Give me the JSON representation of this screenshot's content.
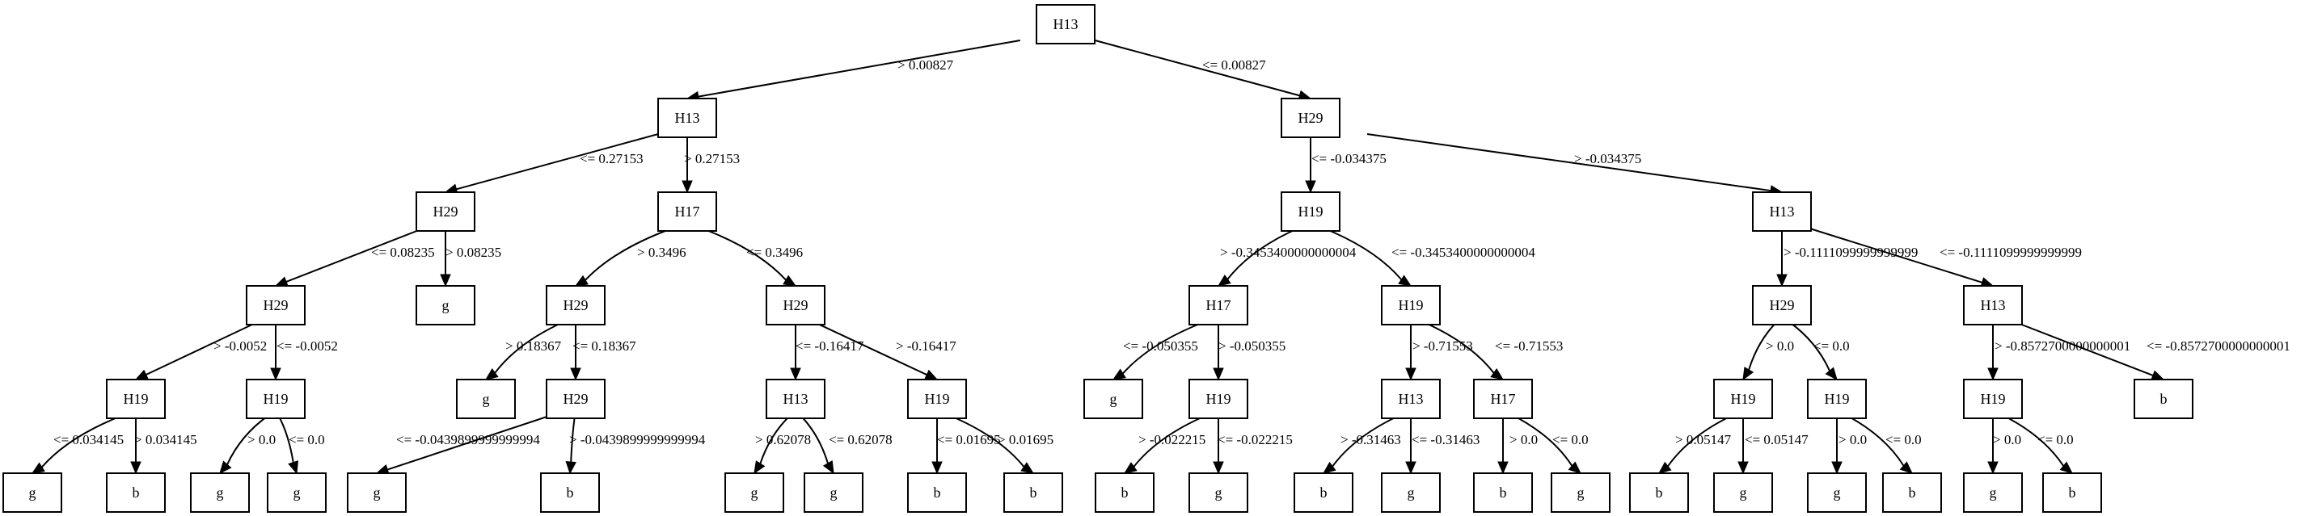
{
  "nodes": [
    {
      "id": "n0",
      "label": "H13"
    },
    {
      "id": "n1",
      "label": "H13"
    },
    {
      "id": "n2",
      "label": "H29"
    },
    {
      "id": "n3",
      "label": "H29"
    },
    {
      "id": "n4",
      "label": "g"
    },
    {
      "id": "n5",
      "label": "H17"
    },
    {
      "id": "n6",
      "label": "H29"
    },
    {
      "id": "n7",
      "label": "H29"
    },
    {
      "id": "n8",
      "label": "H29"
    },
    {
      "id": "n9",
      "label": "H19"
    },
    {
      "id": "n10",
      "label": "H13"
    },
    {
      "id": "n11",
      "label": "H17"
    },
    {
      "id": "n12",
      "label": "H19"
    },
    {
      "id": "n13",
      "label": "H29"
    },
    {
      "id": "n14",
      "label": "H13"
    },
    {
      "id": "n15",
      "label": "H19"
    },
    {
      "id": "n16",
      "label": "H19"
    },
    {
      "id": "n17",
      "label": "g"
    },
    {
      "id": "n18",
      "label": "H29"
    },
    {
      "id": "n19",
      "label": "H13"
    },
    {
      "id": "n20",
      "label": "H19"
    },
    {
      "id": "n21",
      "label": "g"
    },
    {
      "id": "n22",
      "label": "H19"
    },
    {
      "id": "n23",
      "label": "H13"
    },
    {
      "id": "n24",
      "label": "H17"
    },
    {
      "id": "n25",
      "label": "H19"
    },
    {
      "id": "n26",
      "label": "H19"
    },
    {
      "id": "n27",
      "label": "H19"
    },
    {
      "id": "n28",
      "label": "b"
    },
    {
      "id": "n29",
      "label": "g"
    },
    {
      "id": "n30",
      "label": "b"
    },
    {
      "id": "n31",
      "label": "g"
    },
    {
      "id": "n32",
      "label": "g"
    },
    {
      "id": "n33",
      "label": "g"
    },
    {
      "id": "n34",
      "label": "b"
    },
    {
      "id": "n35",
      "label": "g"
    },
    {
      "id": "n36",
      "label": "g"
    },
    {
      "id": "n37",
      "label": "b"
    },
    {
      "id": "n38",
      "label": "b"
    },
    {
      "id": "n39",
      "label": "b"
    },
    {
      "id": "n40",
      "label": "g"
    },
    {
      "id": "n41",
      "label": "b"
    },
    {
      "id": "n42",
      "label": "g"
    },
    {
      "id": "n43",
      "label": "b"
    },
    {
      "id": "n44",
      "label": "g"
    },
    {
      "id": "n45",
      "label": "b"
    },
    {
      "id": "n46",
      "label": "g"
    },
    {
      "id": "n47",
      "label": "g"
    },
    {
      "id": "n48",
      "label": "b"
    },
    {
      "id": "n49",
      "label": "g"
    },
    {
      "id": "n50",
      "label": "b"
    }
  ],
  "edges": [
    {
      "from": "n0",
      "to": "n1",
      "label": "> 0.00827"
    },
    {
      "from": "n0",
      "to": "n7",
      "label": "<= 0.00827"
    },
    {
      "from": "n1",
      "to": "n2",
      "label": "<= 0.27153"
    },
    {
      "from": "n1",
      "to": "n5",
      "label": "> 0.27153"
    },
    {
      "from": "n2",
      "to": "n3",
      "label": "<= 0.08235"
    },
    {
      "from": "n2",
      "to": "n4",
      "label": "> 0.08235"
    },
    {
      "from": "n3",
      "to": "n15",
      "label": "> -0.0052"
    },
    {
      "from": "n3",
      "to": "n16",
      "label": "<= -0.0052"
    },
    {
      "from": "n5",
      "to": "n6",
      "label": "> 0.3496"
    },
    {
      "from": "n5",
      "to": "n8",
      "label": "<= 0.3496"
    },
    {
      "from": "n6",
      "to": "n17",
      "label": "> 0.18367"
    },
    {
      "from": "n6",
      "to": "n18",
      "label": "<= 0.18367"
    },
    {
      "from": "n7",
      "to": "n9",
      "label": "<= -0.034375"
    },
    {
      "from": "n7",
      "to": "n10",
      "label": "> -0.034375"
    },
    {
      "from": "n8",
      "to": "n19",
      "label": "<= -0.16417"
    },
    {
      "from": "n8",
      "to": "n20",
      "label": "> -0.16417"
    },
    {
      "from": "n9",
      "to": "n11",
      "label": "> -0.3453400000000004"
    },
    {
      "from": "n9",
      "to": "n12",
      "label": "<= -0.3453400000000004"
    },
    {
      "from": "n10",
      "to": "n13",
      "label": "> -0.1111099999999999"
    },
    {
      "from": "n10",
      "to": "n14",
      "label": "<= -0.1111099999999999"
    },
    {
      "from": "n11",
      "to": "n21",
      "label": "<= -0.050355"
    },
    {
      "from": "n11",
      "to": "n22",
      "label": "> -0.050355"
    },
    {
      "from": "n12",
      "to": "n23",
      "label": "> -0.71553"
    },
    {
      "from": "n12",
      "to": "n24",
      "label": "<= -0.71553"
    },
    {
      "from": "n13",
      "to": "n25",
      "label": "> 0.0"
    },
    {
      "from": "n13",
      "to": "n26",
      "label": "<= 0.0"
    },
    {
      "from": "n14",
      "to": "n27",
      "label": "> -0.8572700000000001"
    },
    {
      "from": "n14",
      "to": "n28",
      "label": "<= -0.8572700000000001"
    },
    {
      "from": "n15",
      "to": "n29",
      "label": "<= 0.034145"
    },
    {
      "from": "n15",
      "to": "n30",
      "label": "> 0.034145"
    },
    {
      "from": "n16",
      "to": "n31",
      "label": "> 0.0"
    },
    {
      "from": "n16",
      "to": "n32",
      "label": "<= 0.0"
    },
    {
      "from": "n18",
      "to": "n33",
      "label": "<= -0.0439899999999994"
    },
    {
      "from": "n18",
      "to": "n34",
      "label": "> -0.0439899999999994"
    },
    {
      "from": "n19",
      "to": "n35",
      "label": "> 0.62078"
    },
    {
      "from": "n19",
      "to": "n36",
      "label": "<= 0.62078"
    },
    {
      "from": "n20",
      "to": "n37",
      "label": "<= 0.01695"
    },
    {
      "from": "n20",
      "to": "n38",
      "label": "> 0.01695"
    },
    {
      "from": "n22",
      "to": "n39",
      "label": "> -0.022215"
    },
    {
      "from": "n22",
      "to": "n40",
      "label": "<= -0.022215"
    },
    {
      "from": "n23",
      "to": "n41",
      "label": "> -0.31463"
    },
    {
      "from": "n23",
      "to": "n42",
      "label": "<= -0.31463"
    },
    {
      "from": "n24",
      "to": "n43",
      "label": "> 0.0"
    },
    {
      "from": "n24",
      "to": "n44",
      "label": "<= 0.0"
    },
    {
      "from": "n25",
      "to": "n45",
      "label": "> 0.05147"
    },
    {
      "from": "n25",
      "to": "n46",
      "label": "<= 0.05147"
    },
    {
      "from": "n26",
      "to": "n47",
      "label": "> 0.0"
    },
    {
      "from": "n26",
      "to": "n48",
      "label": "<= 0.0"
    },
    {
      "from": "n27",
      "to": "n49",
      "label": "> 0.0"
    },
    {
      "from": "n27",
      "to": "n50",
      "label": "<= 0.0"
    }
  ]
}
